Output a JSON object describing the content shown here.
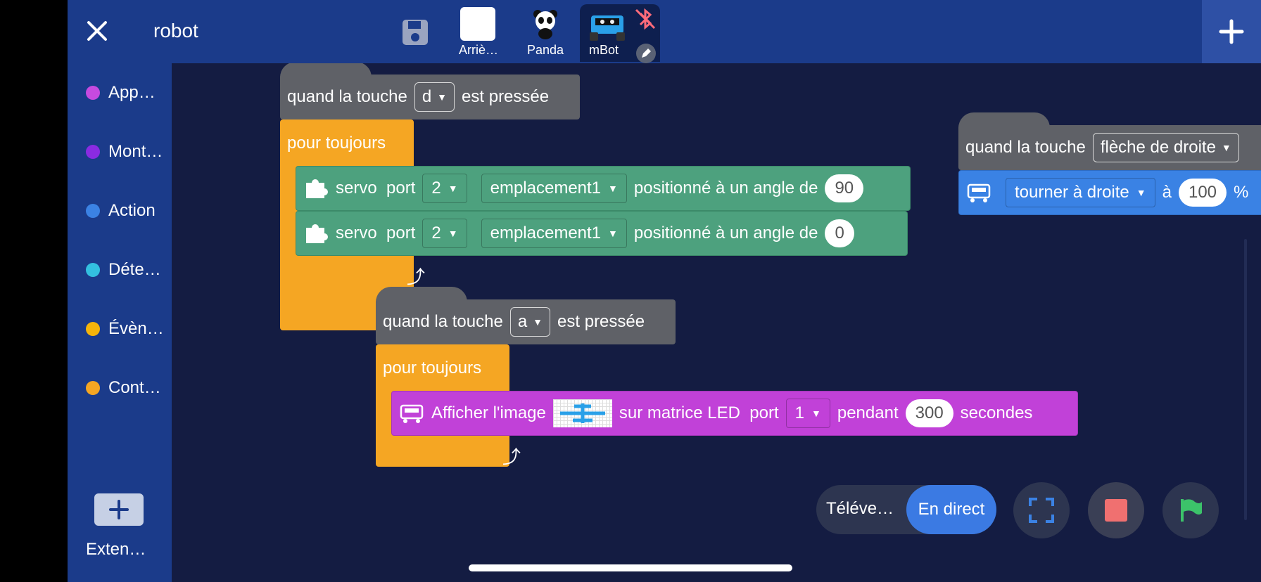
{
  "topbar": {
    "title": "robot",
    "sprites": [
      {
        "label": "Arriè…"
      },
      {
        "label": "Panda"
      },
      {
        "label": "mBot"
      }
    ]
  },
  "sidebar": {
    "categories": [
      {
        "label": "App…",
        "color": "#c64ae0"
      },
      {
        "label": "Mont…",
        "color": "#8a2be2"
      },
      {
        "label": "Action",
        "color": "#3b82e4"
      },
      {
        "label": "Déte…",
        "color": "#33c0e0"
      },
      {
        "label": "Évèn…",
        "color": "#f5b40a"
      },
      {
        "label": "Cont…",
        "color": "#f5a623"
      }
    ],
    "extensions_label": "Exten…"
  },
  "blocks": {
    "script1": {
      "hat_prefix": "quand la touche",
      "key": "d",
      "hat_suffix": "est pressée",
      "loop_label": "pour toujours",
      "servo1": {
        "label": "servo",
        "port_word": "port",
        "port": "2",
        "slot": "emplacement1",
        "angle_text": "positionné à un angle de",
        "angle": "90"
      },
      "servo2": {
        "label": "servo",
        "port_word": "port",
        "port": "2",
        "slot": "emplacement1",
        "angle_text": "positionné à un angle de",
        "angle": "0"
      }
    },
    "script2": {
      "hat_prefix": "quand la touche",
      "key": "a",
      "hat_suffix": "est pressée",
      "loop_label": "pour toujours",
      "led": {
        "prefix": "Afficher l'image",
        "matrix_text": "sur matrice LED",
        "port_word": "port",
        "port": "1",
        "during": "pendant",
        "duration": "300",
        "unit": "secondes"
      }
    },
    "script3": {
      "hat_prefix": "quand la touche",
      "key": "flèche de droite",
      "turn": {
        "direction": "tourner à droite",
        "at": "à",
        "value": "100",
        "unit": "%"
      }
    }
  },
  "controls": {
    "upload_label": "Téléve…",
    "live_label": "En direct"
  },
  "colors": {
    "topbar": "#1b3b8a",
    "canvas": "#141c42",
    "control": "#f5a623",
    "servo": "#4da17e",
    "motion": "#3a82e4",
    "display": "#c141d8",
    "event_hat": "#5f6167"
  }
}
